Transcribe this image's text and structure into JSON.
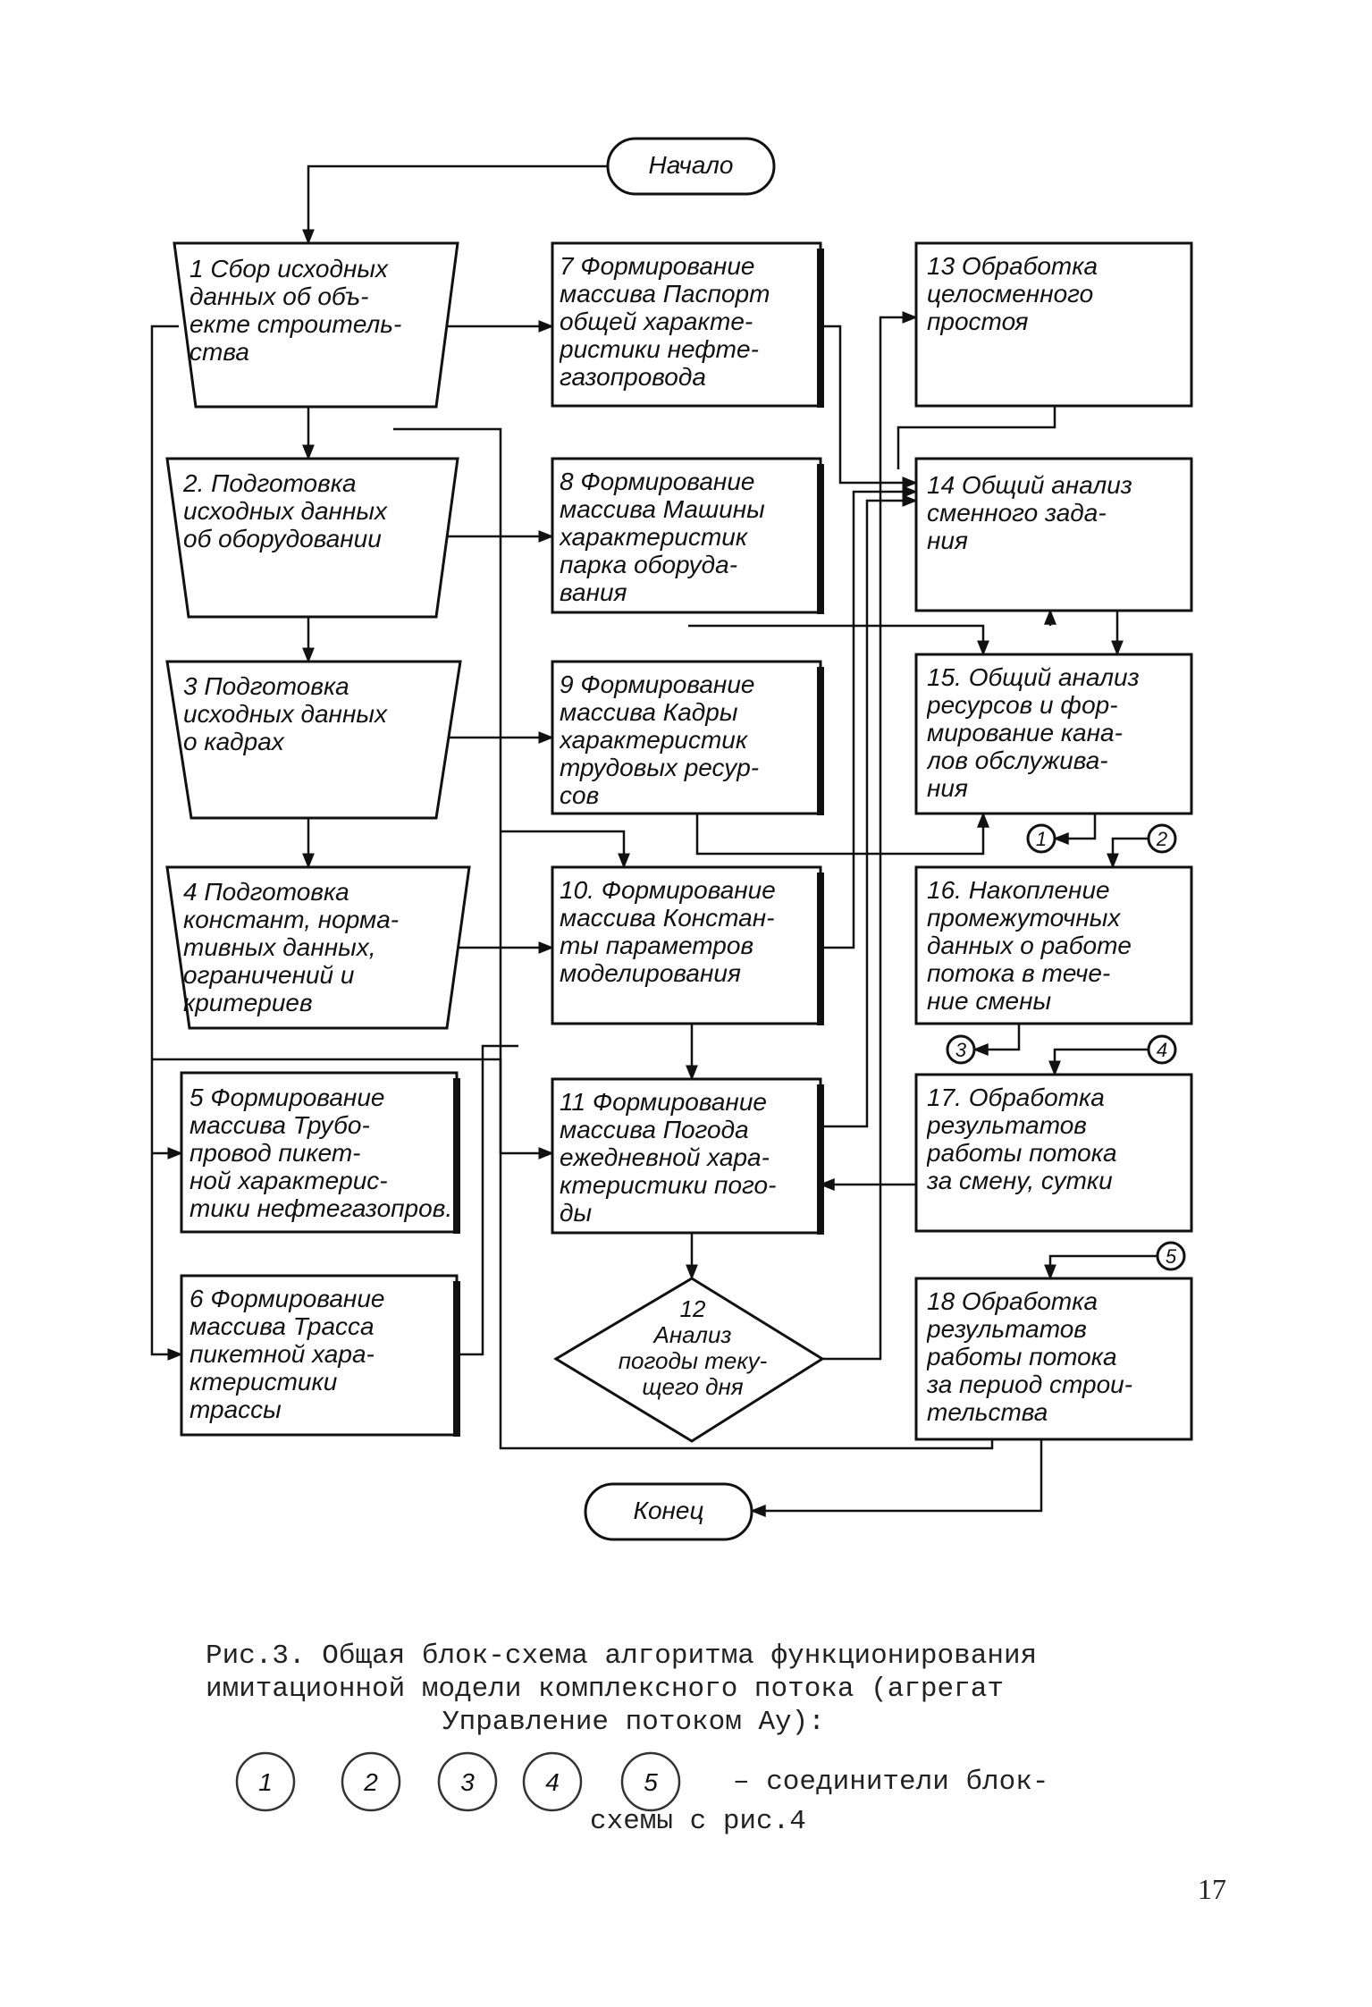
{
  "terminals": {
    "start": "Начало",
    "end": "Конец"
  },
  "blocks": {
    "b1": "1  Сбор исходных\nданных об объ-\nекте строитель-\nства",
    "b2": "2. Подготовка\nисходных данных\nоб оборудовании",
    "b3": "3 Подготовка\nисходных данных\nо кадрах",
    "b4": "4  Подготовка\nконстант, норма-\nтивных данных,\nограничений и\nкритериев",
    "b5": "5  Формирование\nмассива Трубо-\nпровод пикет-\nной характерис-\nтики нефтегазопров.",
    "b6": "6 Формирование\nмассива Трасса\nпикетной хара-\nктеристики\nтрассы",
    "b7": "7 Формирование\nмассива Паспорт\nобщей характе-\nристики нефте-\nгазопровода",
    "b8": "8 Формирование\nмассива Машины\nхарактеристик\nпарка оборуда-\nвания",
    "b9": "9 Формирование\nмассива  Кадры\nхарактеристик\nтрудовых ресур-\nсов",
    "b10": "10. Формирование\nмассива Констан-\nты параметров\nмоделирования",
    "b11": "11    Формирование\nмассива Погода\nежедневной хара-\nктеристики пого-\nды",
    "b12": "12\nАнализ\nпогоды теку-\nщего дня",
    "b13": "13 Обработка\nцелосменного\nпростоя",
    "b14": "14 Общий анализ\nсменного зада-\nния",
    "b15": "15. Общий анализ\nресурсов и фор-\nмирование кана-\nлов обслужива-\nния",
    "b16": "16. Накопление\nпромежуточных\nданных о работе\nпотока в тече-\nние смены",
    "b17": "17. Обработка\nрезультатов\nработы потока\nза смену, сутки",
    "b18": "18  Обработка\nрезультатов\nработы потока\nза период строи-\nтельства"
  },
  "connectors": [
    "1",
    "2",
    "3",
    "4",
    "5"
  ],
  "caption": {
    "line1": "Рис.3. Общая блок-схема алгоритма функционирования",
    "line2": "имитационной модели комплексного потока (агрегат",
    "line3": "Управление потоком Aу):",
    "legend_text": "–  соединители блок-",
    "legend_text2": "схемы с рис.4"
  },
  "page_number": "17"
}
